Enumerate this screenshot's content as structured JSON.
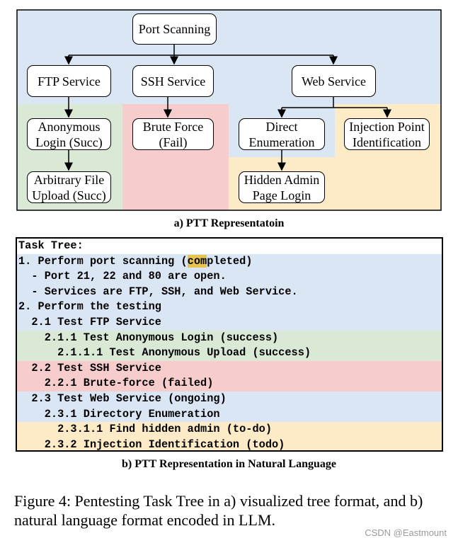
{
  "colors": {
    "blue": "#dbe6f5",
    "green": "#d9e9d6",
    "red": "#f6cccc",
    "yellow": "#fdebc7",
    "highlight": "#e9c44b"
  },
  "tree": {
    "nodes": {
      "root": "Port Scanning",
      "ftp": "FTP Service",
      "ssh": "SSH Service",
      "web": "Web Service",
      "anon_line1": "Anonymous",
      "anon_line2": "Login (Succ)",
      "brute_line1": "Brute Force",
      "brute_line2": "(Fail)",
      "direct_line1": "Direct",
      "direct_line2": "Enumeration",
      "inject_line1": "Injection Point",
      "inject_line2": "Identification",
      "upload_line1": "Arbitrary File",
      "upload_line2": "Upload (Succ)",
      "hidden_line1": "Hidden Admin",
      "hidden_line2": "Page Login"
    },
    "caption": "a) PTT Representatoin"
  },
  "natural_language": {
    "lines": [
      {
        "text": "Task Tree:",
        "bg": "white"
      },
      {
        "pre": "1. Perform port scanning (",
        "hl": "com",
        "post": "pleted)",
        "bg": "blue"
      },
      {
        "text": "  - Port 21, 22 and 80 are open.",
        "bg": "blue"
      },
      {
        "text": "  - Services are FTP, SSH, and Web Service.",
        "bg": "blue"
      },
      {
        "text": "2. Perform the testing",
        "bg": "blue"
      },
      {
        "text": "  2.1 Test FTP Service",
        "bg": "blue"
      },
      {
        "text": "    2.1.1 Test Anonymous Login (success)",
        "bg": "green"
      },
      {
        "text": "      2.1.1.1 Test Anonymous Upload (success)",
        "bg": "green"
      },
      {
        "text": "  2.2 Test SSH Service",
        "bg": "red"
      },
      {
        "text": "    2.2.1 Brute-force (failed)",
        "bg": "red"
      },
      {
        "text": "  2.3 Test Web Service (ongoing)",
        "bg": "blue"
      },
      {
        "text": "    2.3.1 Directory Enumeration",
        "bg": "blue"
      },
      {
        "text": "      2.3.1.1 Find hidden admin (to-do)",
        "bg": "yellow"
      },
      {
        "text": "    2.3.2 Injection Identification (todo)",
        "bg": "yellow"
      }
    ],
    "caption": "b) PTT Representation in Natural Language"
  },
  "figure_caption": "Figure 4: Pentesting Task Tree in a) visualized tree format, and b) natural language format encoded in LLM.",
  "watermark": "CSDN @Eastmount"
}
